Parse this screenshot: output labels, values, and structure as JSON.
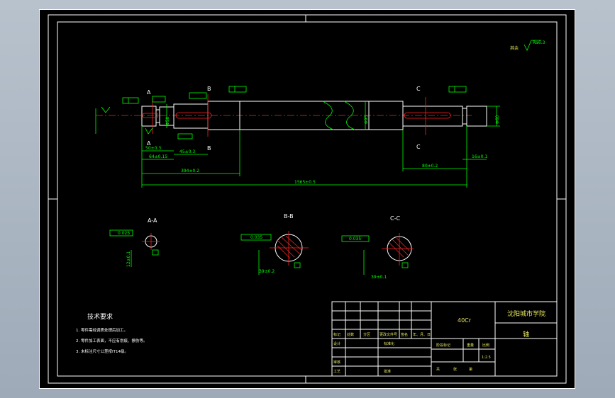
{
  "drawing": {
    "section_labels": {
      "a_top": "A",
      "a_bot": "A",
      "b_top": "B",
      "b_bot": "B",
      "c_top": "C",
      "c_bot": "C"
    },
    "section_titles": {
      "aa": "A-A",
      "bb": "B-B",
      "cc": "C-C"
    },
    "roughness_rest": "其余",
    "roughness_value": "Ra6.3",
    "dimensions": {
      "d1": "50±0.3",
      "d2": "64±0.15",
      "d3": "45±0.3",
      "d4": "394±0.2",
      "d5": "1565±0.5",
      "d6": "80±0.2",
      "d7": "16±0.1",
      "d8": "Φ95",
      "d9": "Φ60",
      "d10": "Φ50",
      "aa_h": "12±0.1",
      "bb_h": "39±0.2",
      "cc_h": "39±0.1",
      "aa_tol": "0.025",
      "bb_tol": "0.035",
      "cc_tol": "0.035"
    },
    "tech_req": {
      "title": "技术要求",
      "items": [
        "1. 零件需经调质处理后加工。",
        "2. 零件加工表面，不应有划痕、擦伤等。",
        "3. 未标注尺寸公差按IT14级。"
      ]
    },
    "title_block": {
      "material": "40Cr",
      "school": "沈阳城市学院",
      "part_name": "轴",
      "row_labels": [
        "标记",
        "处数",
        "分区",
        "更改文件号",
        "签名",
        "年、月、日"
      ],
      "designer": "设计",
      "standard": "标准化",
      "reviewer": "审核",
      "process": "工艺",
      "approve": "批准",
      "stage_label": "阶段标记",
      "weight_label": "重量",
      "scale_label": "比例",
      "scale": "1:2.5",
      "sheets_label": "共",
      "sheet_word": "张",
      "sheet_num": "第"
    }
  }
}
